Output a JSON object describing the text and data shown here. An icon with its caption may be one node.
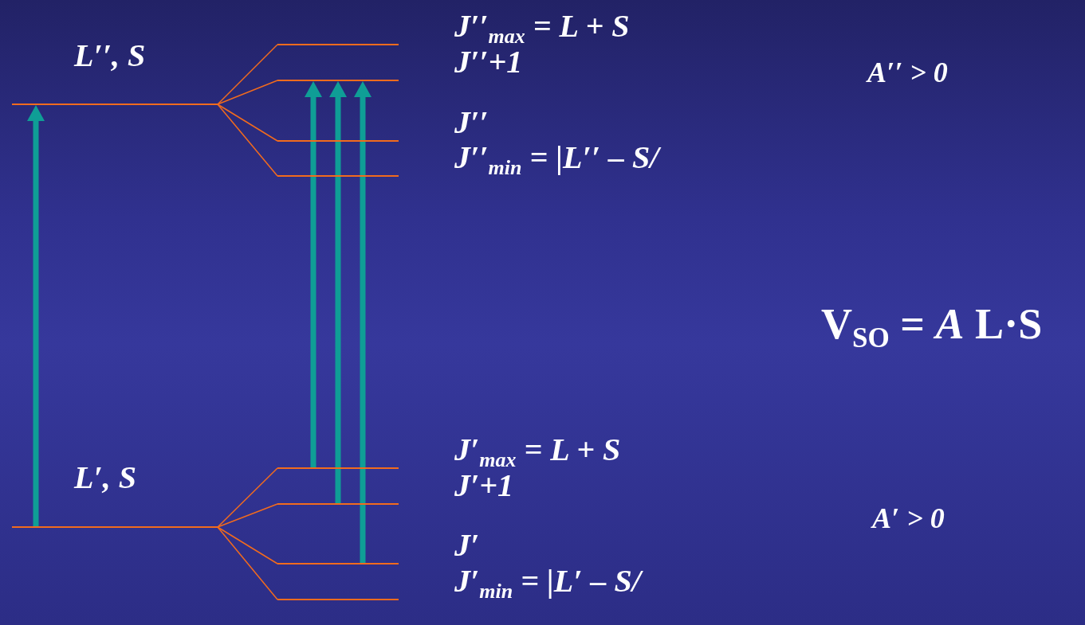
{
  "diagram": {
    "nodes": [
      {
        "text": [
          "L′′, S"
        ]
      },
      {
        "text": [
          "J′′$_{max}$ = L + S"
        ]
      },
      {
        "text": [
          "J′′+1"
        ]
      },
      {
        "text": [
          "J′′"
        ]
      },
      {
        "text": [
          "J′′$_{min}$ = |L′′ – S/"
        ]
      },
      {
        "text": [
          "L′, S"
        ]
      },
      {
        "text": [
          "J′$_{max}$ = L + S"
        ]
      },
      {
        "text": [
          "J′+1"
        ]
      },
      {
        "text": [
          "J′"
        ]
      },
      {
        "text": [
          "J′$_{min}$ = |L′ – S/"
        ]
      }
    ],
    "edges": [
      {
        "from": 5,
        "to": 0,
        "arrow": "to",
        "style": "thick",
        "color": "#0f9e96"
      },
      {
        "from": 6,
        "to": 2,
        "arrow": "to",
        "style": "thick",
        "color": "#0f9e96"
      },
      {
        "from": 7,
        "to": 2,
        "arrow": "to",
        "style": "thick",
        "color": "#0f9e96"
      },
      {
        "from": 8,
        "to": 2,
        "arrow": "to",
        "style": "thick",
        "color": "#0f9e96"
      },
      {
        "from": 0,
        "to": 1,
        "arrow": "none"
      },
      {
        "from": 0,
        "to": 2,
        "arrow": "none"
      },
      {
        "from": 0,
        "to": 3,
        "arrow": "none"
      },
      {
        "from": 0,
        "to": 4,
        "arrow": "none"
      },
      {
        "from": 5,
        "to": 6,
        "arrow": "none"
      },
      {
        "from": 5,
        "to": 7,
        "arrow": "none"
      },
      {
        "from": 5,
        "to": 8,
        "arrow": "none"
      },
      {
        "from": 5,
        "to": 9,
        "arrow": "none"
      }
    ],
    "labels": [
      "A′′ > 0",
      "V$_{SO}$ = *A* L·S",
      "A′ > 0"
    ]
  }
}
